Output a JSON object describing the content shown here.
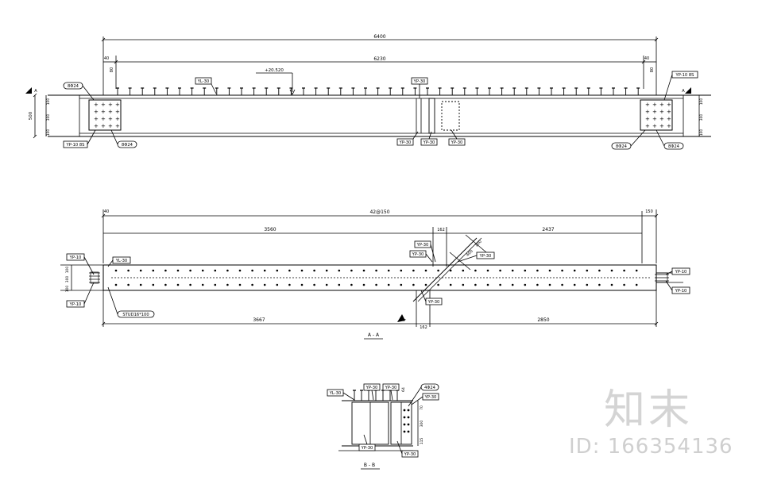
{
  "elevation": {
    "overall_dim": "6400",
    "inner_dim": "6230",
    "left_end_dim": "40",
    "left_end_dim2": "80",
    "right_end_dim": "40",
    "right_end_dim2": "80",
    "height_dim": "500",
    "left_sub_dims": [
      "100",
      "300",
      "100"
    ],
    "right_sub_dims": [
      "100",
      "300",
      "100"
    ],
    "level_tag": "+20.520",
    "section_mark": "A",
    "tags": {
      "bolt_top_left": "8Φ24",
      "bolt_bot_left": "8Φ24",
      "bolt_top_right": "8Φ24",
      "bolt_bot_right": "8Φ24",
      "yp10_left": "YP-10  8S",
      "yp10_right": "YP-10  8S",
      "yl": "YL-30",
      "yp_mid_top": "YP-30",
      "yp_mid_b1": "YP-30",
      "yp_mid_b2": "YP-30",
      "yp_mid_b3": "YP-30"
    }
  },
  "plan": {
    "overall_dim": "42@150",
    "left_end": "40",
    "right_end": "150",
    "top_left_dim": "3560",
    "top_mid_dim": "162",
    "top_right_dim": "2437",
    "bottom_left_dim": "3667",
    "bottom_mid_dim": "162",
    "bottom_right_dim": "2850",
    "vert_dims": [
      "100",
      "300",
      "100"
    ],
    "diag_dim": "100",
    "diag_dim2": "400",
    "title": "A - A",
    "tags": {
      "yp10_tl": "YP-10",
      "yp10_bl": "YP-10",
      "yl": "YL-30",
      "stud": "STUD16*100",
      "yp30_a": "YP-30",
      "yp30_b": "YP-30",
      "yp30_c": "YP-30",
      "yp30_d": "YP-30",
      "yp10_tr": "YP-10",
      "yp10_br": "YP-10"
    }
  },
  "section_b": {
    "title": "B - B",
    "tags": {
      "yl": "YL-30",
      "yp_a": "YP-30",
      "yp_b": "YP-30",
      "bolts": "4Φ24",
      "yp_c": "YP-30",
      "yp_d": "YP-30",
      "yp_e": "YP-30"
    },
    "dims": {
      "a": "64",
      "b": "70",
      "c": "300",
      "d": "115"
    }
  },
  "watermark": {
    "logo": "知末",
    "id": "ID: 166354136"
  }
}
